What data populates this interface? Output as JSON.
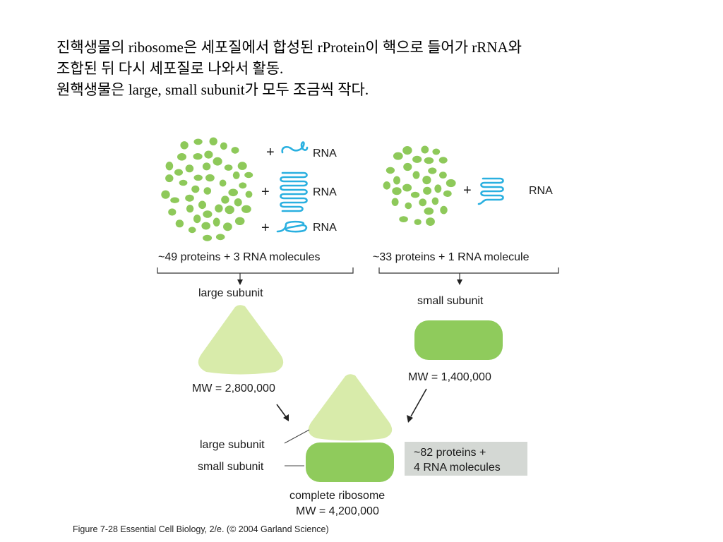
{
  "intro_lines": [
    "진핵생물의 ribosome은 세포질에서 합성된 rProtein이 핵으로 들어가 rRNA와",
    "조합된 뒤 다시 세포질로 나와서 활동.",
    "원핵생물은 large, small subunit가 모두 조금씩 작다."
  ],
  "diagram": {
    "plus_symbol": "+",
    "rna_label": "RNA",
    "large_group_label": "~49 proteins + 3 RNA molecules",
    "small_group_label": "~33 proteins + 1 RNA molecule",
    "large_subunit_title": "large subunit",
    "small_subunit_title": "small subunit",
    "large_mw": "MW = 2,800,000",
    "small_mw": "MW = 1,400,000",
    "complete_large_label": "large subunit",
    "complete_small_label": "small subunit",
    "complete_title": "complete ribosome",
    "complete_mw": "MW = 4,200,000",
    "summary_box": [
      "~82 proteins +",
      "4 RNA molecules"
    ]
  },
  "colors": {
    "protein_dot": "#8ec95a",
    "large_subunit_fill": "#d8ebaa",
    "small_subunit_fill": "#8fcb5c",
    "rna_strand": "#2ab0e0",
    "summary_box_fill": "#d4d8d4"
  },
  "caption": "Figure 7-28  Essential Cell Biology, 2/e. (© 2004 Garland Science)"
}
